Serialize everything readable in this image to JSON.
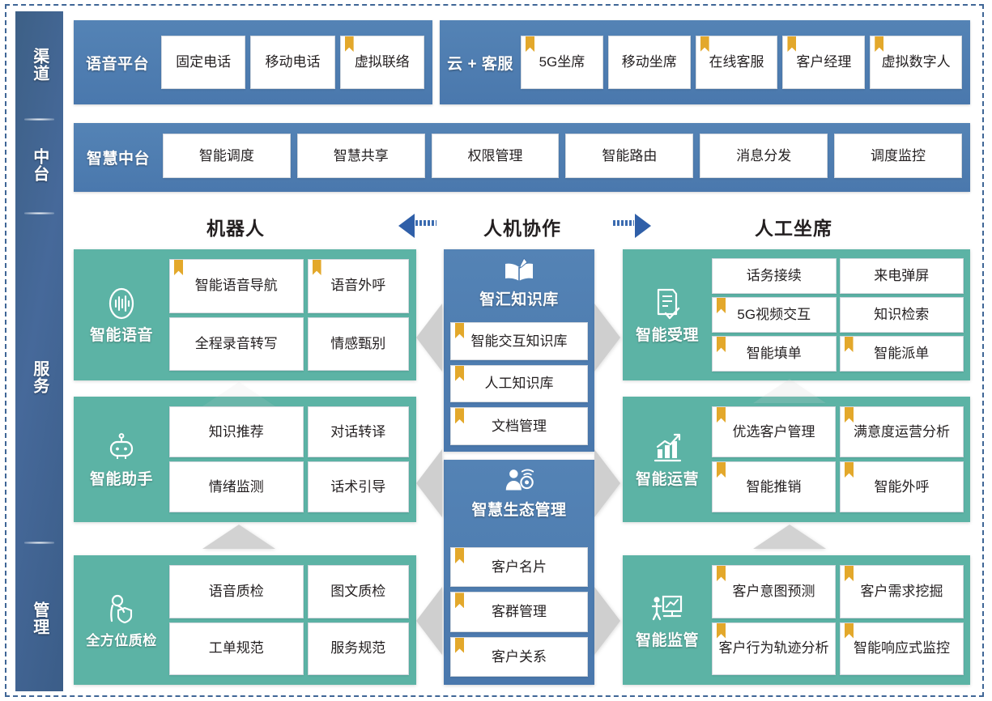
{
  "sidebar": {
    "sections": [
      {
        "label": "渠道",
        "name": "channel"
      },
      {
        "label": "中台",
        "name": "middle-platform"
      },
      {
        "label": "服务",
        "name": "service"
      },
      {
        "label": "管理",
        "name": "management"
      }
    ]
  },
  "channel_row": {
    "groups": [
      {
        "title": "语音平台",
        "cards": [
          {
            "label": "固定电话",
            "ribbon": false
          },
          {
            "label": "移动电话",
            "ribbon": false
          },
          {
            "label": "虚拟联络",
            "ribbon": true
          }
        ]
      },
      {
        "title": "云 + 客服",
        "cards": [
          {
            "label": "5G坐席",
            "ribbon": true
          },
          {
            "label": "移动坐席",
            "ribbon": false
          },
          {
            "label": "在线客服",
            "ribbon": true
          },
          {
            "label": "客户经理",
            "ribbon": true
          },
          {
            "label": "虚拟数字人",
            "ribbon": true
          }
        ]
      }
    ]
  },
  "platform_row": {
    "title": "智慧中台",
    "cards": [
      {
        "label": "智能调度",
        "ribbon": false
      },
      {
        "label": "智慧共享",
        "ribbon": false
      },
      {
        "label": "权限管理",
        "ribbon": false
      },
      {
        "label": "智能路由",
        "ribbon": false
      },
      {
        "label": "消息分发",
        "ribbon": false
      },
      {
        "label": "调度监控",
        "ribbon": false
      }
    ]
  },
  "column_headers": {
    "left": "机器人",
    "center": "人机协作",
    "right": "人工坐席"
  },
  "left_groups": [
    {
      "name": "智能语音",
      "icon": "voice-wave-icon",
      "cards": [
        {
          "label": "智能语音导航",
          "ribbon": true
        },
        {
          "label": "语音外呼",
          "ribbon": true
        },
        {
          "label": "全程录音转写",
          "ribbon": false
        },
        {
          "label": "情感甄别",
          "ribbon": false
        }
      ]
    },
    {
      "name": "智能助手",
      "icon": "robot-icon",
      "cards": [
        {
          "label": "知识推荐",
          "ribbon": false
        },
        {
          "label": "对话转译",
          "ribbon": false
        },
        {
          "label": "情绪监测",
          "ribbon": false
        },
        {
          "label": "话术引导",
          "ribbon": false
        }
      ]
    },
    {
      "name": "全方位质检",
      "icon": "person-shield-icon",
      "cards": [
        {
          "label": "语音质检",
          "ribbon": false
        },
        {
          "label": "图文质检",
          "ribbon": false
        },
        {
          "label": "工单规范",
          "ribbon": false
        },
        {
          "label": "服务规范",
          "ribbon": false
        }
      ]
    }
  ],
  "center_groups": [
    {
      "title": "智汇知识库",
      "icon": "open-book-icon",
      "cards": [
        {
          "label": "智能交互知识库",
          "ribbon": true
        },
        {
          "label": "人工知识库",
          "ribbon": true
        },
        {
          "label": "文档管理",
          "ribbon": true
        }
      ]
    },
    {
      "title": "智慧生态管理",
      "icon": "user-network-icon",
      "cards": [
        {
          "label": "客户名片",
          "ribbon": true
        },
        {
          "label": "客群管理",
          "ribbon": true
        },
        {
          "label": "客户关系",
          "ribbon": true
        }
      ]
    }
  ],
  "right_groups": [
    {
      "name": "智能受理",
      "icon": "document-check-icon",
      "cards": [
        {
          "label": "话务接续",
          "ribbon": false
        },
        {
          "label": "来电弹屏",
          "ribbon": false
        },
        {
          "label": "5G视频交互",
          "ribbon": true
        },
        {
          "label": "知识检索",
          "ribbon": false
        },
        {
          "label": "智能填单",
          "ribbon": true
        },
        {
          "label": "智能派单",
          "ribbon": true
        }
      ]
    },
    {
      "name": "智能运营",
      "icon": "bar-chart-icon",
      "cards": [
        {
          "label": "优选客户管理",
          "ribbon": true
        },
        {
          "label": "满意度运营分析",
          "ribbon": true
        },
        {
          "label": "智能推销",
          "ribbon": true
        },
        {
          "label": "智能外呼",
          "ribbon": true
        }
      ]
    },
    {
      "name": "智能监管",
      "icon": "presentation-person-icon",
      "cards": [
        {
          "label": "客户意图预测",
          "ribbon": true
        },
        {
          "label": "客户需求挖掘",
          "ribbon": true
        },
        {
          "label": "客户行为轨迹分析",
          "ribbon": true
        },
        {
          "label": "智能响应式监控",
          "ribbon": true
        }
      ]
    }
  ],
  "colors": {
    "sidebar_blue": "#3d6086",
    "band_blue": "#4f7fb2",
    "group_green": "#5cb3a5",
    "ribbon_gold": "#e3a82b",
    "arrow_blue": "#2f5fa8",
    "chevron_gray": "#cfcfcf"
  }
}
